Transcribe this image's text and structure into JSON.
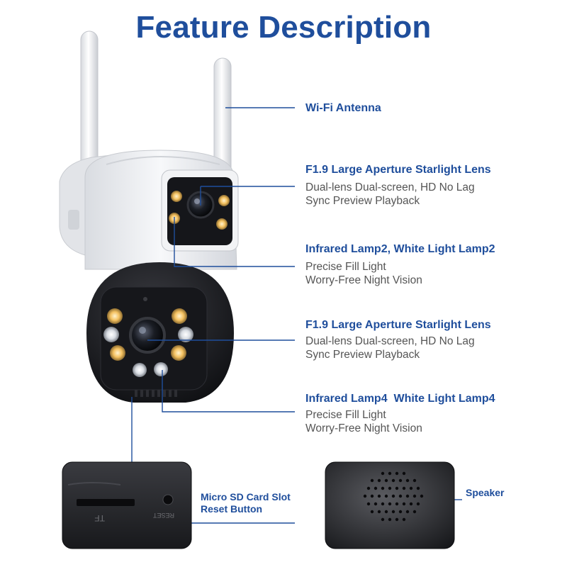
{
  "title": "Feature Description",
  "features": [
    {
      "heading": "Wi-Fi Antenna",
      "lines": []
    },
    {
      "heading": "F1.9 Large Aperture Starlight Lens",
      "lines": [
        "Dual-lens Dual-screen, HD No Lag",
        "Sync Preview Playback"
      ]
    },
    {
      "heading": "Infrared Lamp2, White Light Lamp2",
      "lines": [
        "Precise Fill Light",
        "Worry-Free Night Vision"
      ]
    },
    {
      "heading": "F1.9 Large Aperture Starlight Lens",
      "lines": [
        "Dual-lens Dual-screen, HD No Lag",
        "Sync Preview Playback"
      ]
    },
    {
      "heading": "Infrared Lamp4  White Light Lamp4",
      "lines": [
        "Precise Fill Light",
        "Worry-Free Night Vision"
      ]
    }
  ],
  "bottom": {
    "sd": {
      "line1": "Micro SD Card Slot",
      "line2": "Reset Button",
      "slot_mark": "TF",
      "reset_mark": "RESET"
    },
    "speaker": {
      "label": "Speaker"
    }
  },
  "colors": {
    "accent": "#1f4e9c",
    "body_white": "#eef0f3",
    "body_black": "#1b1c20",
    "warm_led": "#f3c36a"
  }
}
